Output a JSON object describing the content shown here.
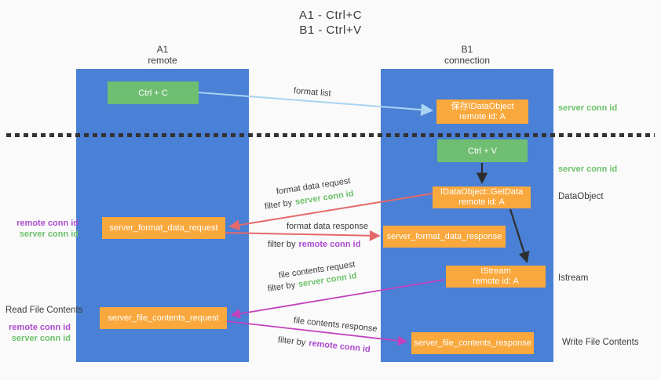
{
  "title": {
    "line1": "A1 - Ctrl+C",
    "line2": "B1 - Ctrl+V"
  },
  "lifelines": {
    "a1": {
      "name": "A1",
      "role": "remote"
    },
    "b1": {
      "name": "B1",
      "role": "connection"
    }
  },
  "nodes": {
    "ctrl_c": "Ctrl + C",
    "ctrl_v": "Ctrl + V",
    "save_dataobject": {
      "title": "保存IDataObject",
      "subtitle": "remote id: A"
    },
    "getdata": {
      "title": "IDataObject::GetData",
      "subtitle": "remote id: A"
    },
    "istream": {
      "title": "IStream",
      "subtitle": "remote id: A"
    },
    "server_format_data_request": "server_format_data_request",
    "server_format_data_response": "server_format_data_response",
    "server_file_contents_request": "server_file_contents_request",
    "server_file_contents_response": "server_file_contents_response"
  },
  "arrow_labels": {
    "format_list": "format list",
    "format_data_request": "format data request",
    "format_data_response": "format data response",
    "file_contents_request": "file contents request",
    "file_contents_response": "file contents response",
    "filter_by": "filter by",
    "server_conn_id": "server conn id",
    "remote_conn_id": "remote conn id"
  },
  "side_labels": {
    "read_file_contents": "Read File Contents",
    "write_file_contents": "Write File Contents",
    "dataobject": "DataObject",
    "istream": "Istream",
    "server_conn_id": "server conn id",
    "remote_conn_id": "remote conn id"
  },
  "colors": {
    "bg": "#fafafa",
    "column-blue": "#4a80d5",
    "box-green": "#70be72",
    "box-orange": "#f9a83d",
    "text-dark": "#3b3b3b",
    "text-green": "#6dc26b",
    "text-purple": "#ab4cce",
    "arrow-lightblue": "#a8d4f2",
    "arrow-red": "#e56969",
    "arrow-magenta": "#c341be",
    "arrow-black": "#2e2e2e"
  }
}
